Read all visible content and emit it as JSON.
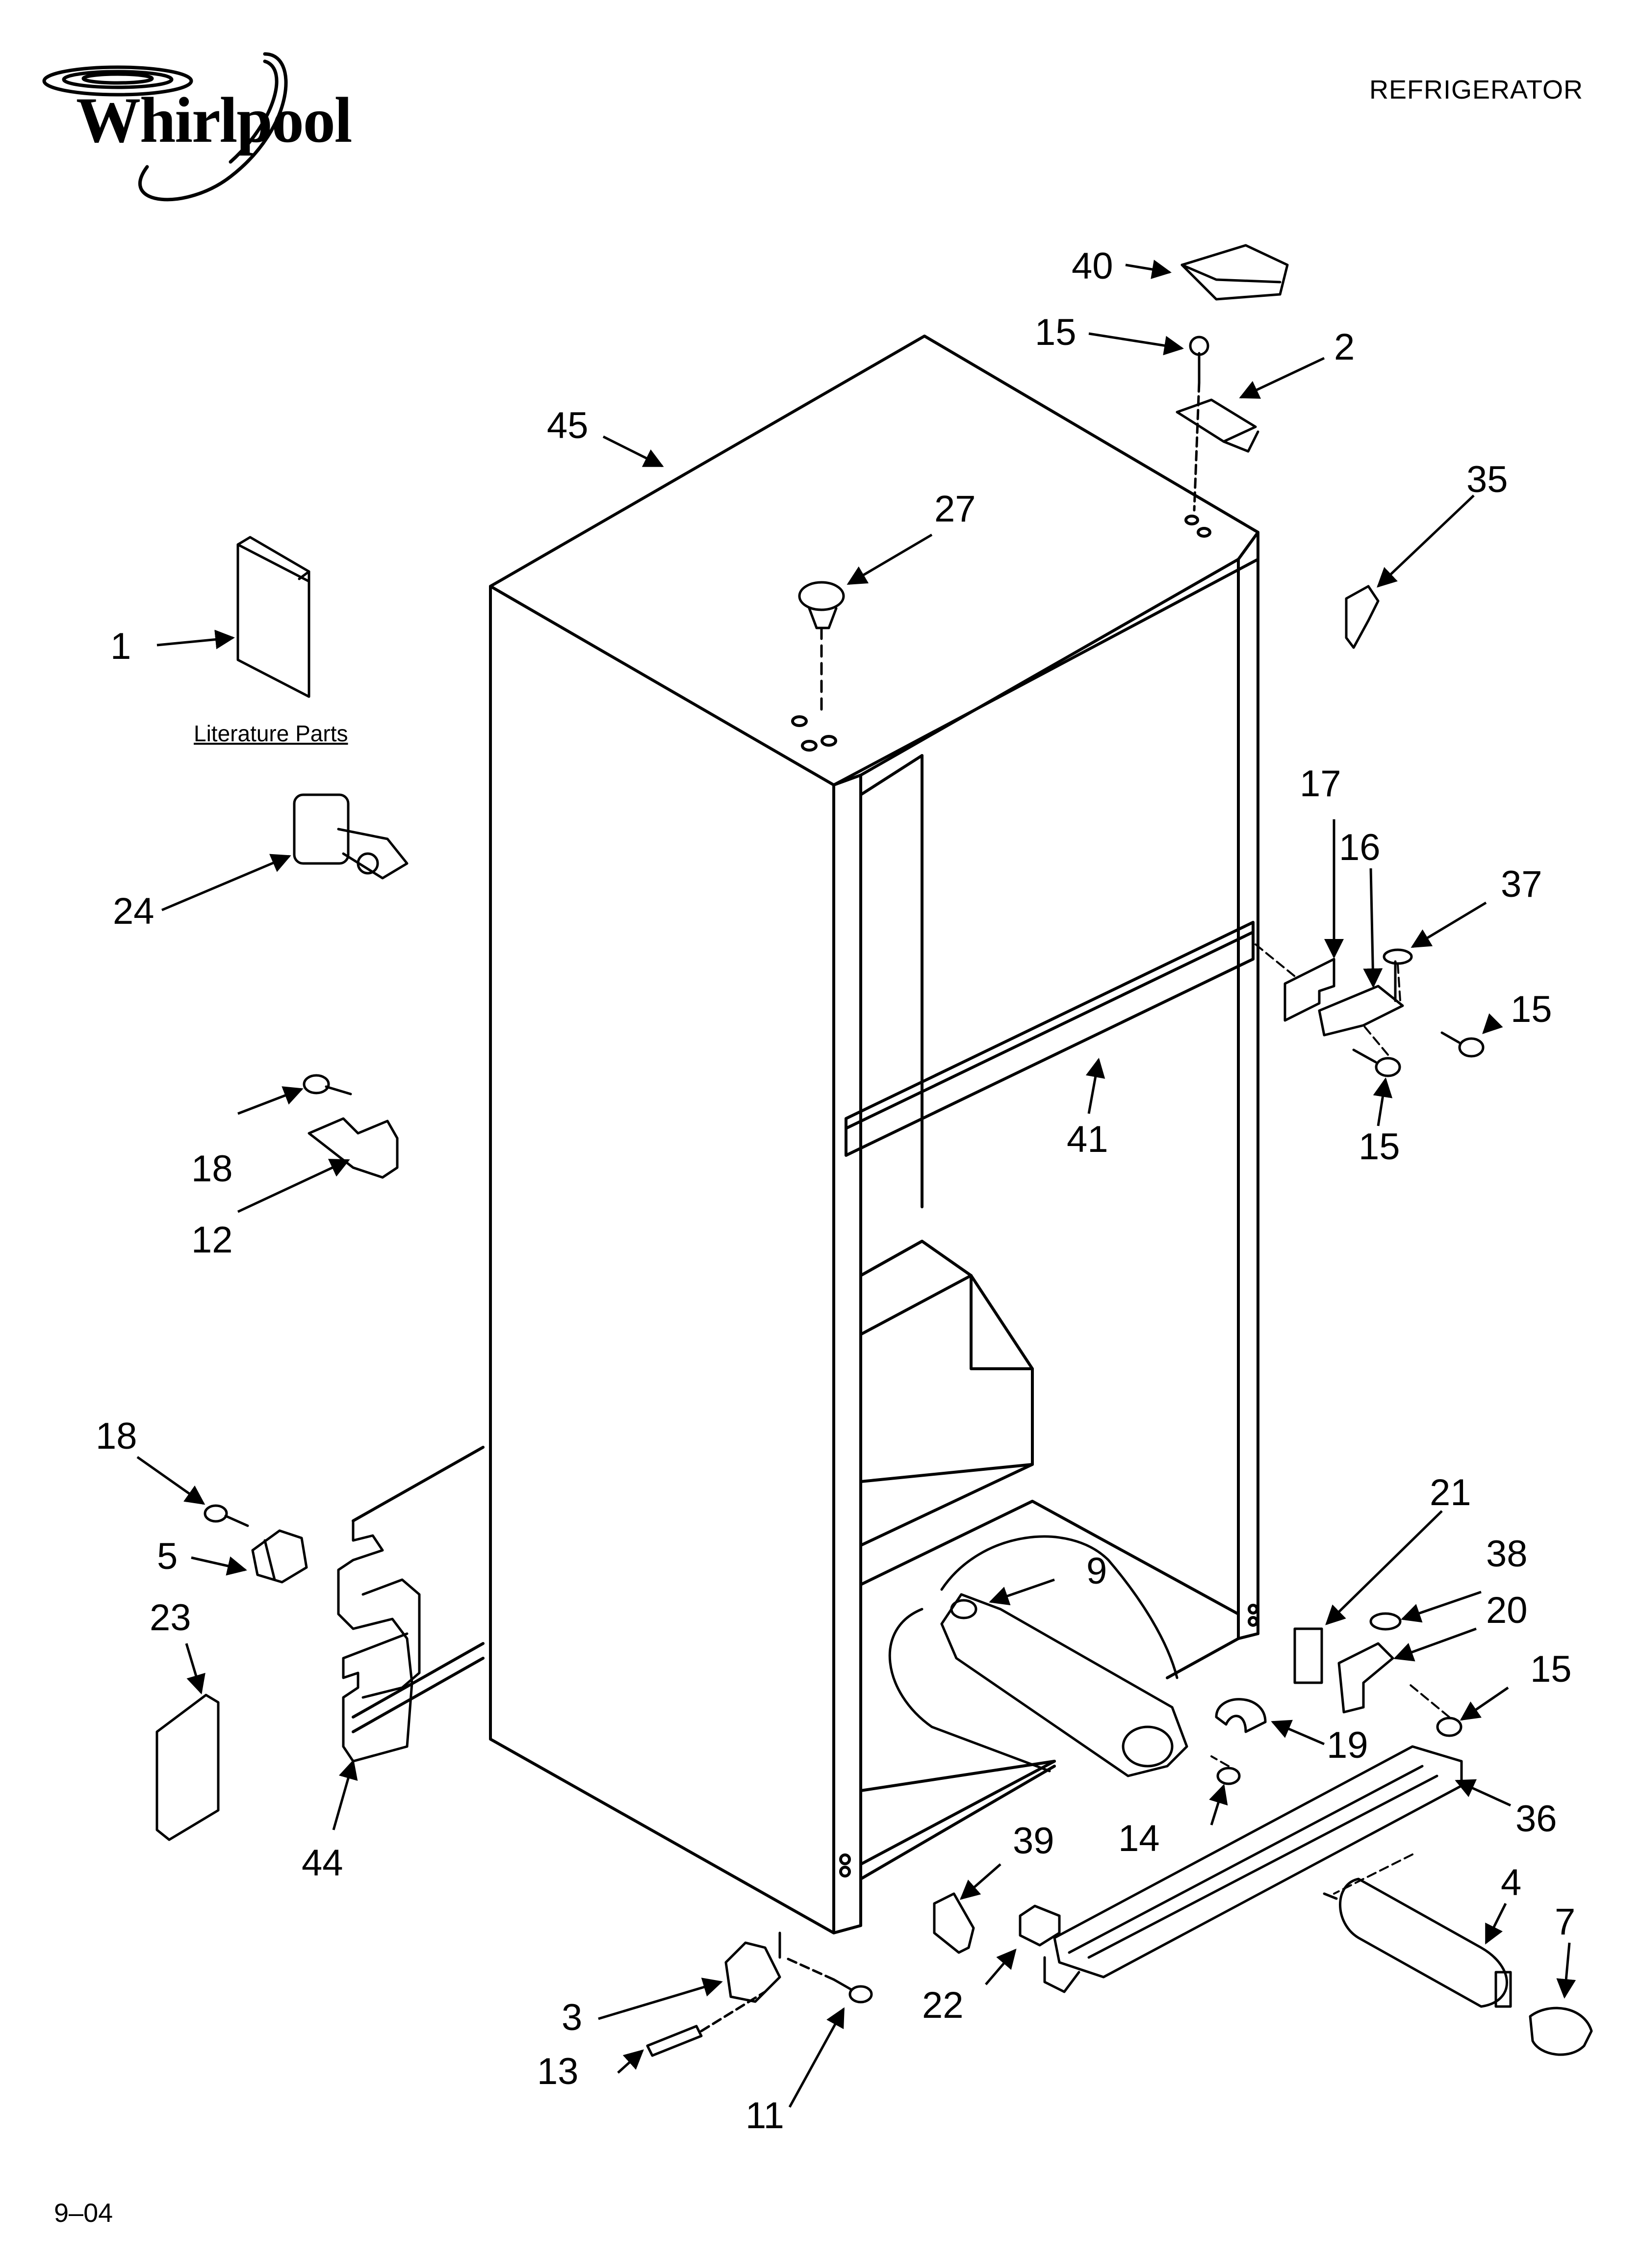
{
  "header": {
    "brand": "Whirlpool",
    "title": "REFRIGERATOR"
  },
  "footer": {
    "code": "9–04"
  },
  "literature_label": "Literature Parts",
  "callouts": {
    "c1": "1",
    "c2": "2",
    "c3": "3",
    "c4": "4",
    "c5": "5",
    "c7": "7",
    "c9": "9",
    "c11": "11",
    "c12": "12",
    "c13": "13",
    "c14": "14",
    "c15a": "15",
    "c15b": "15",
    "c15c": "15",
    "c15d": "15",
    "c16": "16",
    "c17": "17",
    "c18a": "18",
    "c18b": "18",
    "c19": "19",
    "c20": "20",
    "c21": "21",
    "c22": "22",
    "c23": "23",
    "c24": "24",
    "c27": "27",
    "c35": "35",
    "c36": "36",
    "c37": "37",
    "c38": "38",
    "c39": "39",
    "c40": "40",
    "c41": "41",
    "c44": "44",
    "c45": "45"
  }
}
